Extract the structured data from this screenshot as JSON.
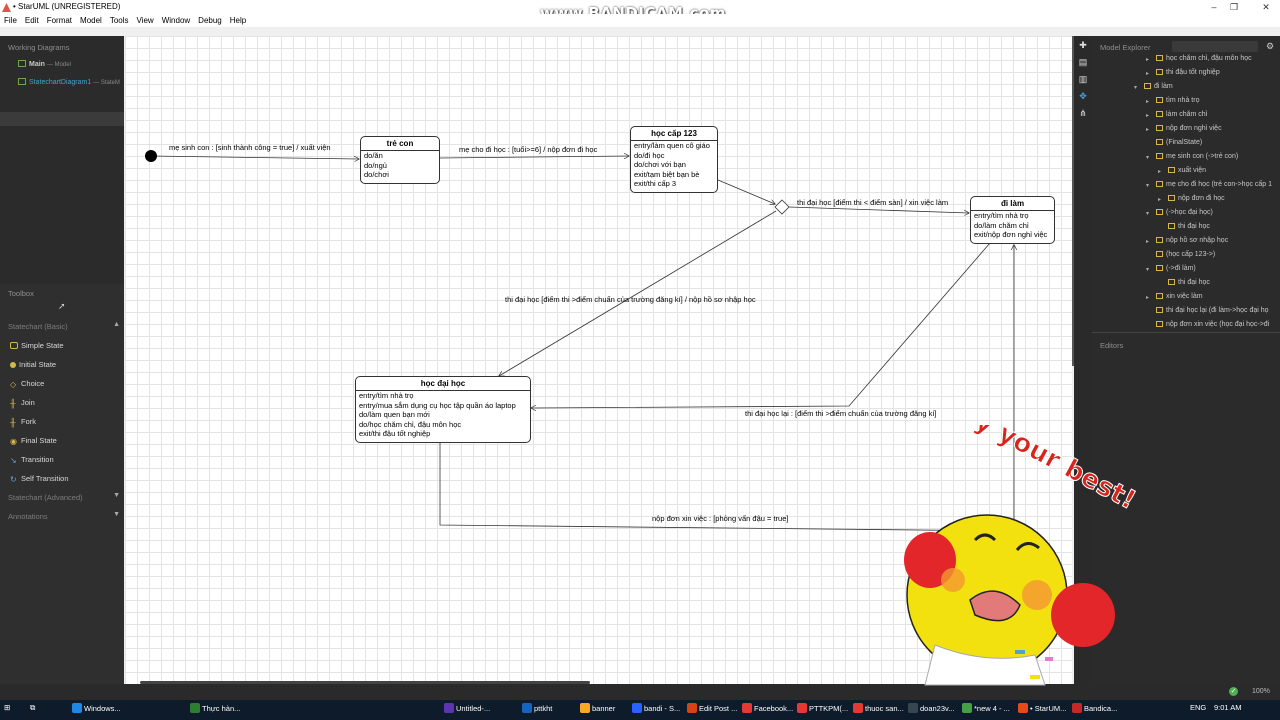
{
  "window": {
    "title": "• StarUML (UNREGISTERED)",
    "watermark": "www.BANDICAM.com"
  },
  "menu": [
    "File",
    "Edit",
    "Format",
    "Model",
    "Tools",
    "View",
    "Window",
    "Debug",
    "Help"
  ],
  "working_diagrams": {
    "heading": "Working Diagrams",
    "items": [
      {
        "name": "Main",
        "suffix": "— Model"
      },
      {
        "name": "StatechartDiagram1",
        "suffix": "— StateM"
      }
    ]
  },
  "toolbox": {
    "heading": "Toolbox",
    "section_basic": "Statechart (Basic)",
    "tools": [
      "Simple State",
      "Initial State",
      "Choice",
      "Join",
      "Fork",
      "Final State",
      "Transition",
      "Self Transition"
    ],
    "section_advanced": "Statechart (Advanced)",
    "section_annotations": "Annotations"
  },
  "diagram": {
    "states": {
      "tre_con": {
        "name": "trẻ con",
        "activities": [
          "do/ăn",
          "do/ngủ",
          "do/chơi"
        ]
      },
      "hoc_cap": {
        "name": "học cấp 123",
        "activities": [
          "entry/làm quen cô giáo",
          "do/đi học",
          "do/chơi với bạn",
          "exit/tạm biệt bạn bè",
          "exit/thi cấp 3"
        ]
      },
      "di_lam": {
        "name": "đi làm",
        "activities": [
          "entry/tìm nhà trọ",
          "do/làm chăm chỉ",
          "exit/nộp đơn nghỉ việc"
        ]
      },
      "hoc_dai_hoc": {
        "name": "học đại học",
        "activities": [
          "entry/tìm nhà trọ",
          "entry/mua sắm dụng cụ học tập quần áo laptop",
          "do/làm quen bạn mới",
          "do/học chăm chỉ, đậu môn học",
          "exit/thi đậu  tốt nghiệp"
        ]
      }
    },
    "transitions": {
      "t1": "mẹ sinh con :  [sinh thành công = true] / xuất viện",
      "t2": "mẹ cho đi học :  [tuổi>=6] / nộp đơn đi học",
      "t3": "thi đại học [điểm thi < điểm sàn] / xin việc làm",
      "t4": "thi đại học [điểm thi >điểm chuẩn của trường đăng kí] / nộp hồ sơ nhập học",
      "t5": "thi đại học lại :  [điểm thi >điểm chuẩn của trường đăng kí]",
      "t6": "nộp đơn xin việc :  [phỏng vấn đậu = true]"
    }
  },
  "model_explorer": {
    "heading": "Model Explorer",
    "items": [
      "học chăm chỉ, đậu môn học",
      "thi đậu tốt nghiệp",
      "đi làm",
      "tìm nhà trọ",
      "làm chăm chỉ",
      "nộp đơn nghỉ việc",
      "(FinalState)",
      "mẹ sinh con (->trẻ con)",
      "xuất viện",
      "mẹ cho đi học (trẻ con->học cấp 1",
      "nộp đơn đi học",
      "(->học đại học)",
      "thi đại học",
      "nộp hồ sơ nhập học",
      "(học cấp 123->)",
      "(->đi làm)",
      "thi đại học",
      "xin việc làm",
      "thi đại học lại (đi làm->học đại họ",
      "nộp đơn xin việc (học đại học->đi"
    ],
    "editors_heading": "Editors"
  },
  "status": {
    "zoom": "100%"
  },
  "sticker_text": "Try your best!",
  "taskbar": {
    "items": [
      "Windows...",
      "Thực hàn...",
      "Untitled-...",
      "pttkht",
      "banner",
      "bandi - S...",
      "Edit Post ...",
      "Facebook...",
      "PTTKPM(...",
      "thuoc san...",
      "doan23v...",
      "*new 4 - ...",
      "• StarUM...",
      "Bandica..."
    ],
    "lang": "ENG",
    "time": "9:01 AM"
  },
  "colors": {
    "canvas_bg": "#ffffff",
    "panel_bg": "#2b2b2b",
    "taskbar_bg": "#0d1b2a",
    "sticker_yellow": "#f3e10f",
    "sticker_red": "#e3262a",
    "sticker_text": "#d9241c"
  }
}
